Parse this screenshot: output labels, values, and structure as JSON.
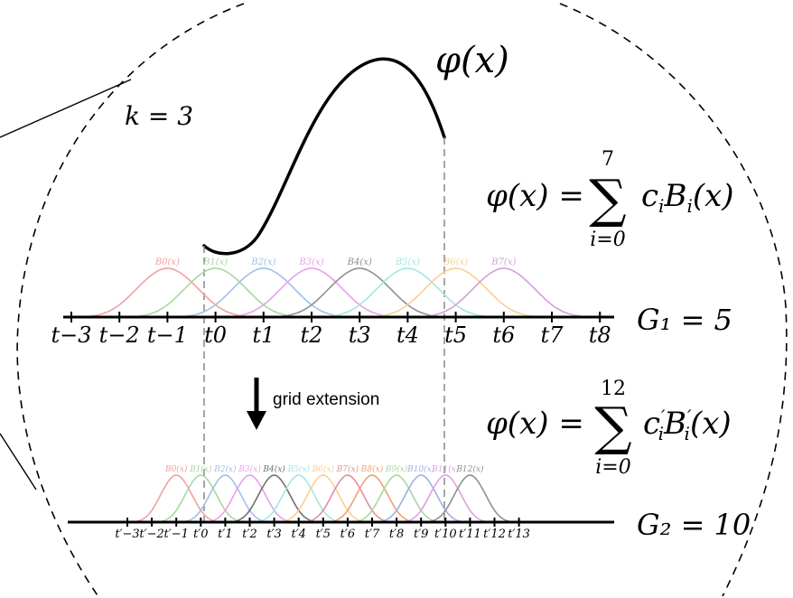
{
  "phi_label": "φ(x)",
  "k_label": "k = 3",
  "eq1": {
    "lhs": "φ(x) = ",
    "upper": "7",
    "lower": "i=0",
    "sum": "∑",
    "rhs": "c",
    "rhs_sub": "i",
    "rhs_b": "B",
    "rhs_sub2": "i",
    "rhs_end": "(x)"
  },
  "eq2": {
    "lhs": "φ(x) = ",
    "upper": "12",
    "lower": "i=0",
    "sum": "∑",
    "rhs": "c",
    "rhs_sub": "i",
    "rhs_b": "B",
    "rhs_sub2": "i",
    "rhs_end": "(x)",
    "prime": "′"
  },
  "grid1_label": "G₁ = 5",
  "grid2_label": "G₂ = 10",
  "arrow_label": "grid extension",
  "coarse": {
    "knots": [
      "t−3",
      "t−2",
      "t−1",
      "t0",
      "t1",
      "t2",
      "t3",
      "t4",
      "t5",
      "t6",
      "t7",
      "t8"
    ],
    "basis_labels": [
      "B0(x)",
      "B1(x)",
      "B2(x)",
      "B3(x)",
      "B4(x)",
      "B5(x)",
      "B6(x)",
      "B7(x)"
    ],
    "colors": [
      "#f2a0a0",
      "#a8d8a0",
      "#a0c0e8",
      "#e8a0e8",
      "#909090",
      "#a0e8e0",
      "#f8d090",
      "#d0a0d8"
    ]
  },
  "fine": {
    "knots": [
      "t′−3",
      "t′−2",
      "t′−1",
      "t′0",
      "t′1",
      "t′2",
      "t′3",
      "t′4",
      "t′5",
      "t′6",
      "t′7",
      "t′8",
      "t′9",
      "t′10",
      "t′11",
      "t′12",
      "t′13"
    ],
    "basis_labels": [
      "B0(x)",
      "B1(x)",
      "B2(x)",
      "B3(x)",
      "B4(x)",
      "B5(x)",
      "B6(x)",
      "B7(x)",
      "B8(x)",
      "B9(x)",
      "B10(x)",
      "B11(x)",
      "B12(x)"
    ],
    "colors": [
      "#f2a0a0",
      "#a8d8a0",
      "#a0c0e8",
      "#e8a0e8",
      "#707070",
      "#a0e8e0",
      "#f8d090",
      "#e090a0",
      "#f0a070",
      "#a8d8a0",
      "#a0b0e0",
      "#e0a0e0",
      "#909090"
    ]
  }
}
